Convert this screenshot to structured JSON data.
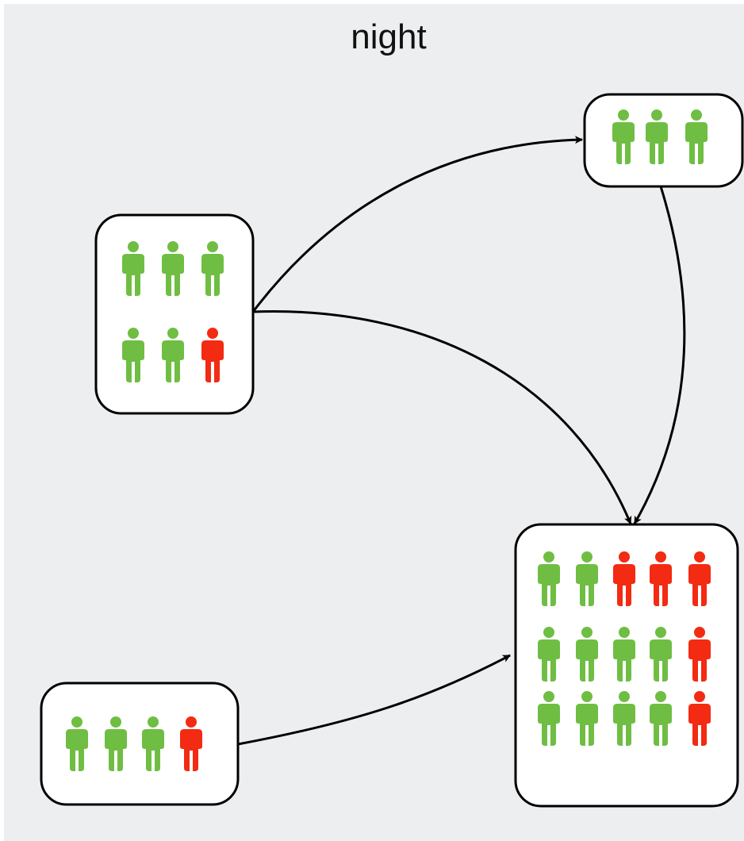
{
  "title": "night",
  "colors": {
    "background": "#edeef0",
    "box_fill": "#ffffff",
    "box_stroke": "#000000",
    "healthy": "#6fbe43",
    "infected": "#f22b12",
    "edge": "#000000"
  },
  "nodes": [
    {
      "id": "top-right",
      "rows": [
        [
          "healthy",
          "healthy",
          "healthy"
        ]
      ]
    },
    {
      "id": "left",
      "rows": [
        [
          "healthy",
          "healthy",
          "healthy"
        ],
        [
          "healthy",
          "healthy",
          "infected"
        ]
      ]
    },
    {
      "id": "bottom-left",
      "rows": [
        [
          "healthy",
          "healthy",
          "healthy",
          "infected"
        ]
      ]
    },
    {
      "id": "bottom-right",
      "rows": [
        [
          "healthy",
          "healthy",
          "infected",
          "infected",
          "infected"
        ],
        [
          "healthy",
          "healthy",
          "healthy",
          "healthy",
          "infected"
        ],
        [
          "healthy",
          "healthy",
          "healthy",
          "healthy",
          "infected"
        ]
      ]
    }
  ],
  "edges": [
    {
      "from": "left",
      "to": "top-right"
    },
    {
      "from": "left",
      "to": "bottom-right"
    },
    {
      "from": "top-right",
      "to": "bottom-right"
    },
    {
      "from": "bottom-left",
      "to": "bottom-right"
    }
  ]
}
